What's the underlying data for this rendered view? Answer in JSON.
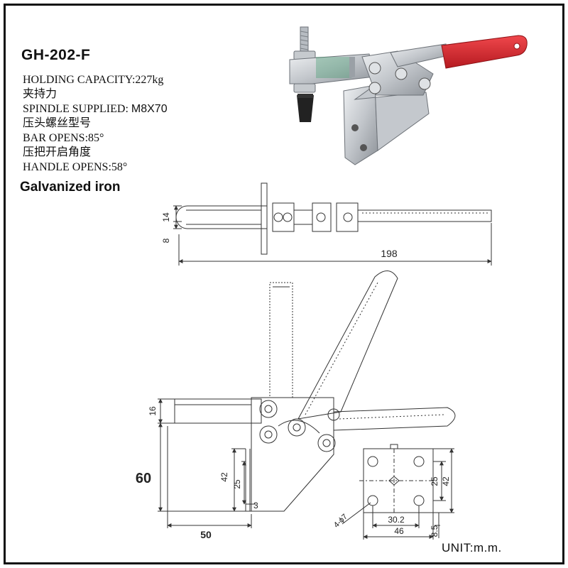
{
  "model": "GH-202-F",
  "specs": [
    {
      "label": "HOLDING CAPACITY:",
      "value": "227kg"
    },
    {
      "label": "夹持力",
      "value": ""
    },
    {
      "label": "SPINDLE SUPPLIED: ",
      "value": "M8X70"
    },
    {
      "label": "压头螺丝型号",
      "value": ""
    },
    {
      "label": "BAR OPENS:",
      "value": "85°"
    },
    {
      "label": "压把开启角度",
      "value": ""
    },
    {
      "label": "HANDLE OPENS:",
      "value": "58°"
    }
  ],
  "material": "Galvanized iron",
  "unit": "UNIT:m.m.",
  "dimensions": {
    "top_height_a": "14",
    "top_height_b": "8",
    "total_length": "198",
    "side_height_top": "16",
    "side_total_height": "60",
    "side_h1": "42",
    "side_h2": "25",
    "side_h3": "3",
    "side_base_width": "50",
    "plate_v1": "25",
    "plate_v2": "42",
    "plate_w1": "30.2",
    "plate_w2": "46",
    "plate_v3": "8.5",
    "hole_spec": "4-ϕ7"
  },
  "colors": {
    "handle_grip": "#d8262c",
    "metal": "#c9ccd0",
    "line": "#333333"
  }
}
